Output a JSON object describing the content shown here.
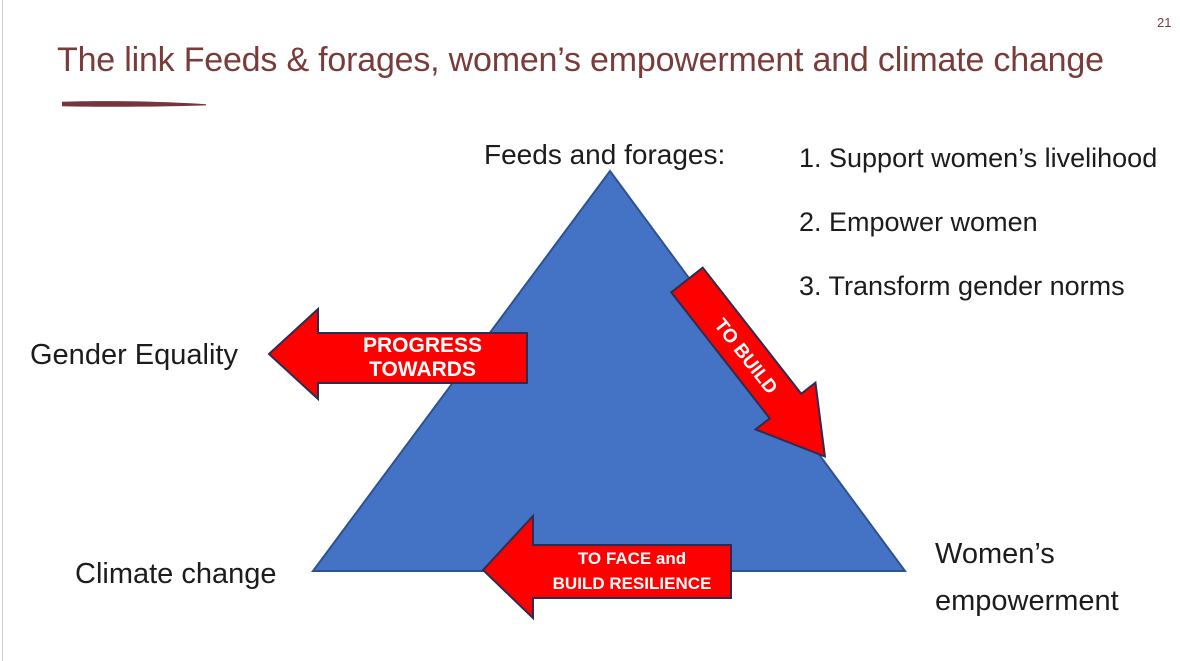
{
  "page": {
    "number": "21"
  },
  "title": {
    "text": "The link Feeds & forages, women’s empowerment and climate change"
  },
  "diagram": {
    "apex_label": "Feeds and forages:",
    "points": [
      "1. Support women’s livelihood",
      "2. Empower women",
      "3. Transform gender norms"
    ],
    "corner_left": "Gender Equality",
    "corner_bottom_left": "Climate change",
    "corner_bottom_right_line1": "Women’s",
    "corner_bottom_right_line2": "empowerment"
  },
  "arrows": {
    "left_label": "PROGRESS TOWARDS",
    "diagonal_label": "TO BUILD",
    "bottom_label_line1": "TO FACE and",
    "bottom_label_line2": "BUILD RESILIENCE"
  },
  "colors": {
    "title_color": "#7A3B3B",
    "text_color": "#1C1C1C",
    "triangle_fill": "#4472C4",
    "triangle_stroke": "#2F528F",
    "arrow_fill": "#FE0000",
    "arrow_stroke": "#2B2E52",
    "arrow_text_color": "#FFFFFF"
  }
}
